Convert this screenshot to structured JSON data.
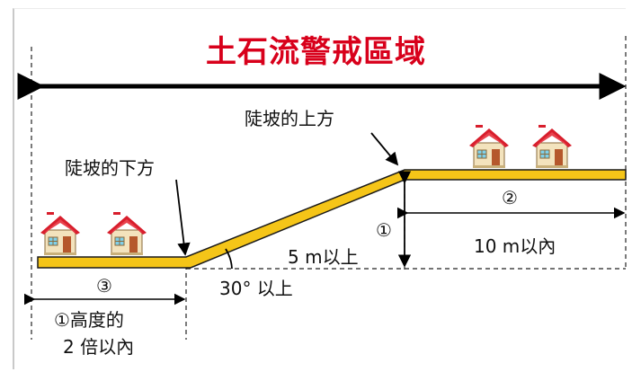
{
  "title": "土石流警戒區域",
  "labels": {
    "slope_top": "陡坡的上方",
    "slope_bottom": "陡坡的下方",
    "height": "5 m以上",
    "angle": "30° 以上",
    "upper_distance": "10 m以內",
    "lower_distance_line1": "①高度的",
    "lower_distance_line2": "2 倍以內"
  },
  "markers": {
    "height_marker": "①",
    "upper_marker": "②",
    "lower_marker": "③"
  },
  "colors": {
    "title": "#d8001b",
    "ground": "#f5c518",
    "ground_edge": "#1a1a1a",
    "roof": "#d81e2c",
    "house_wall": "#f3e3bd"
  },
  "icons": [
    "house-icon",
    "house-icon",
    "house-icon",
    "house-icon"
  ]
}
